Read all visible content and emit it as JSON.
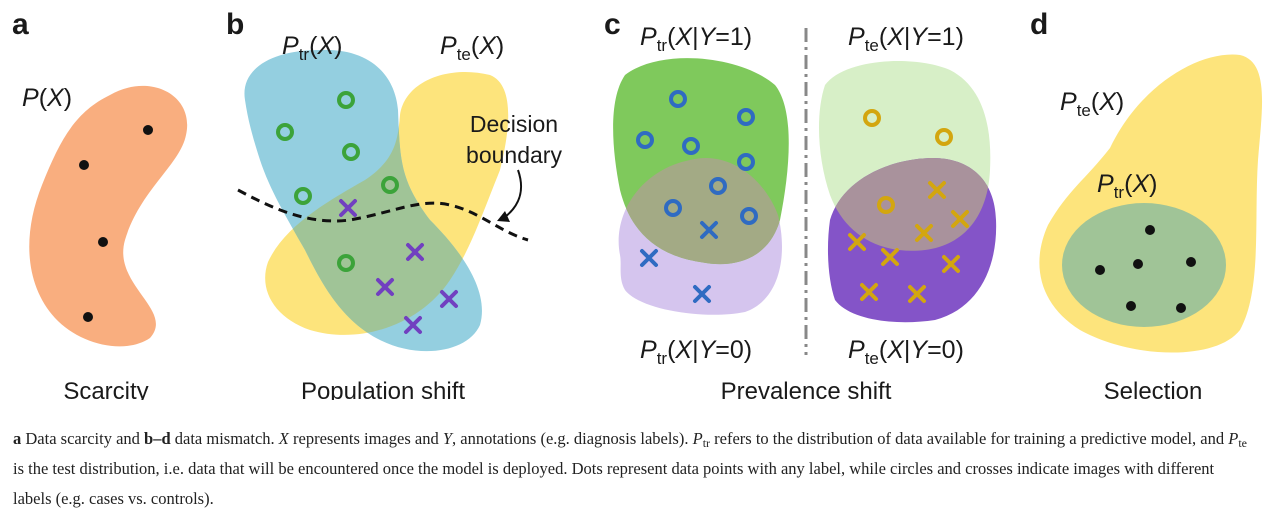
{
  "panels": {
    "a": {
      "letter": "a",
      "dist_label": {
        "prefix": "P",
        "open": "(",
        "var": "X",
        "close": ")"
      },
      "title": "Scarcity"
    },
    "b": {
      "letter": "b",
      "train_label": {
        "prefix": "P",
        "sub": "tr",
        "open": "(",
        "var": "X",
        "close": ")"
      },
      "test_label": {
        "prefix": "P",
        "sub": "te",
        "open": "(",
        "var": "X",
        "close": ")"
      },
      "boundary_label_line1": "Decision",
      "boundary_label_line2": "boundary",
      "title": "Population shift"
    },
    "c": {
      "letter": "c",
      "train_y1": {
        "prefix": "P",
        "sub": "tr",
        "open": "(",
        "var": "X",
        "bar": "|",
        "var2": "Y",
        "eq": "=1)"
      },
      "test_y1": {
        "prefix": "P",
        "sub": "te",
        "open": "(",
        "var": "X",
        "bar": "|",
        "var2": "Y",
        "eq": "=1)"
      },
      "train_y0": {
        "prefix": "P",
        "sub": "tr",
        "open": "(",
        "var": "X",
        "bar": "|",
        "var2": "Y",
        "eq": "=0)"
      },
      "test_y0": {
        "prefix": "P",
        "sub": "te",
        "open": "(",
        "var": "X",
        "bar": "|",
        "var2": "Y",
        "eq": "=0)"
      },
      "title": "Prevalence shift"
    },
    "d": {
      "letter": "d",
      "test_label": {
        "prefix": "P",
        "sub": "te",
        "open": "(",
        "var": "X",
        "close": ")"
      },
      "train_label": {
        "prefix": "P",
        "sub": "tr",
        "open": "(",
        "var": "X",
        "close": ")"
      },
      "title": "Selection"
    }
  },
  "colors": {
    "orange": "#f9ae7f",
    "blue_region": "#94cfe0",
    "yellow_region": "#fde47c",
    "overlap_green": "#a0c497",
    "green_marker": "#3ca33a",
    "purple_marker": "#7140c0",
    "dark_green_region": "#7fc95c",
    "light_purple_region": "#d5c5ee",
    "light_green_region": "#d7efc7",
    "dark_purple_region": "#8454c8",
    "blue_marker": "#2f6bc2",
    "gold_marker": "#d3a60f",
    "dot": "#111111"
  },
  "caption": {
    "a_bold": "a",
    "a_text": " Data scarcity and ",
    "bd_bold": "b–d",
    "t1": " data mismatch. ",
    "x1": "X",
    "t2": " represents images and ",
    "y1": "Y",
    "t3": ", annotations (e.g. diagnosis labels). ",
    "p1": "P",
    "sub1": "tr",
    "t4": " refers to the distribution of data available for training a predictive model, and ",
    "p2": "P",
    "sub2": "te",
    "t5": " is the test distribution, i.e. data that will be encountered once the model is deployed. Dots represent data points with any label, while circles and crosses indicate images with different labels (e.g. cases vs. controls)."
  }
}
